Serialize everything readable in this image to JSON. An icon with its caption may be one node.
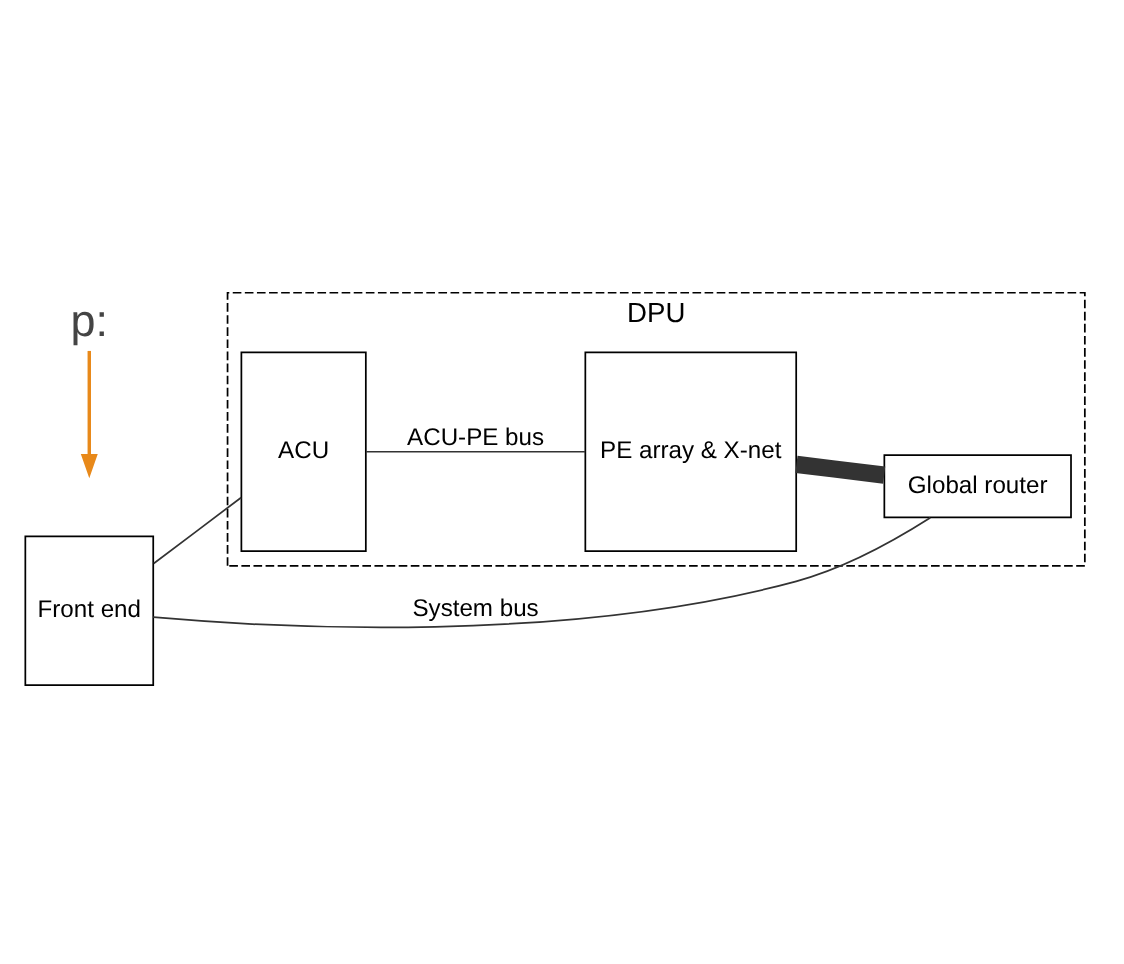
{
  "diagram": {
    "nodes": [
      {
        "text": [
          "DPU"
        ]
      },
      {
        "text": [
          "ACU"
        ],
        "in": 0
      },
      {
        "text": [
          "PE array & X-net"
        ],
        "in": 0
      },
      {
        "text": [
          "Global router"
        ],
        "in": 0
      },
      {
        "text": [
          "Front end"
        ]
      },
      {
        "text": [
          "p:"
        ]
      }
    ],
    "edges": [
      {
        "from": 1,
        "to": 2,
        "arrow": "none",
        "label": "ACU-PE bus"
      },
      {
        "from": 2,
        "to": 3,
        "arrow": "none",
        "style": "thick"
      },
      {
        "from": 4,
        "to": 1,
        "arrow": "none"
      },
      {
        "from": 4,
        "to": 3,
        "arrow": "none",
        "label": "System bus"
      },
      {
        "from": 5,
        "to": null,
        "arrow": "to",
        "color": "#e8891a"
      }
    ]
  }
}
